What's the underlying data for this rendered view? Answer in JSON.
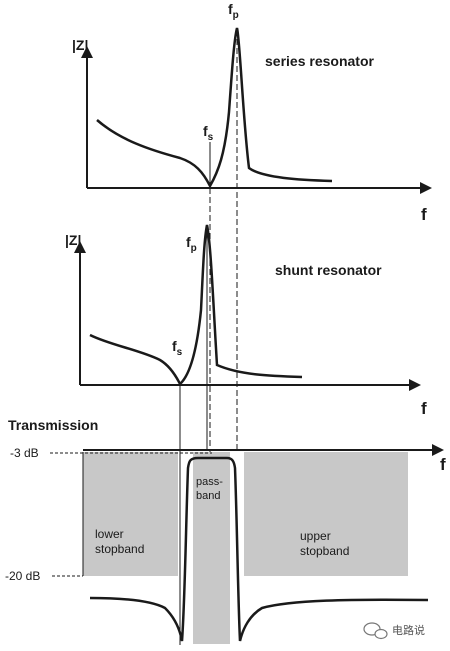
{
  "colors": {
    "stroke": "#1a1a1a",
    "stopband": "#c8c8c8",
    "passband": "#c8c8c8",
    "background": "#ffffff"
  },
  "panel_top": {
    "y_axis_label": "|Z|",
    "x_axis_label": "f",
    "title": "series resonator",
    "fs_label": "f",
    "fs_sub": "s",
    "fp_label": "f",
    "fp_sub": "p"
  },
  "panel_middle": {
    "y_axis_label": "|Z|",
    "x_axis_label": "f",
    "title": "shunt resonator",
    "fs_label": "f",
    "fs_sub": "s",
    "fp_label": "f",
    "fp_sub": "p"
  },
  "panel_bottom": {
    "y_axis_label": "Transmission",
    "x_axis_label": "f",
    "level_3db": "-3 dB",
    "level_20db": "-20 dB",
    "passband_line1": "pass-",
    "passband_line2": "band",
    "lower_stop_line1": "lower",
    "lower_stop_line2": "stopband",
    "upper_stop_line1": "upper",
    "upper_stop_line2": "stopband"
  },
  "watermark": {
    "icon": "wechat-icon",
    "text": "电路说"
  }
}
